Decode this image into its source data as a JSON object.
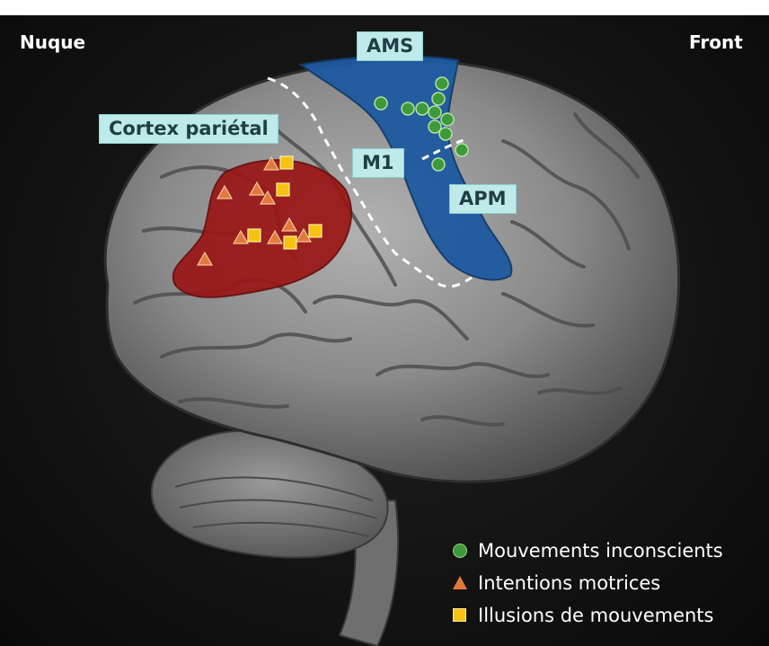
{
  "header": {
    "left": "Nuque",
    "right": "Front"
  },
  "regions": {
    "ams": "AMS",
    "parietal": "Cortex pariétal",
    "m1": "M1",
    "apm": "APM"
  },
  "colors": {
    "background": "#141414",
    "brain": "#8e8e8e",
    "parietal_region": "#9a1616",
    "motor_region": "#1e5aa0",
    "label_bg": "#bfeaea",
    "circle": "#3c9a3a",
    "triangle": "#e07a3c",
    "square": "#f6c313"
  },
  "legend": [
    {
      "marker": "circle",
      "label": "Mouvements inconscients"
    },
    {
      "marker": "triangle",
      "label": "Intentions motrices"
    },
    {
      "marker": "square",
      "label": "Illusions de mouvements"
    }
  ]
}
